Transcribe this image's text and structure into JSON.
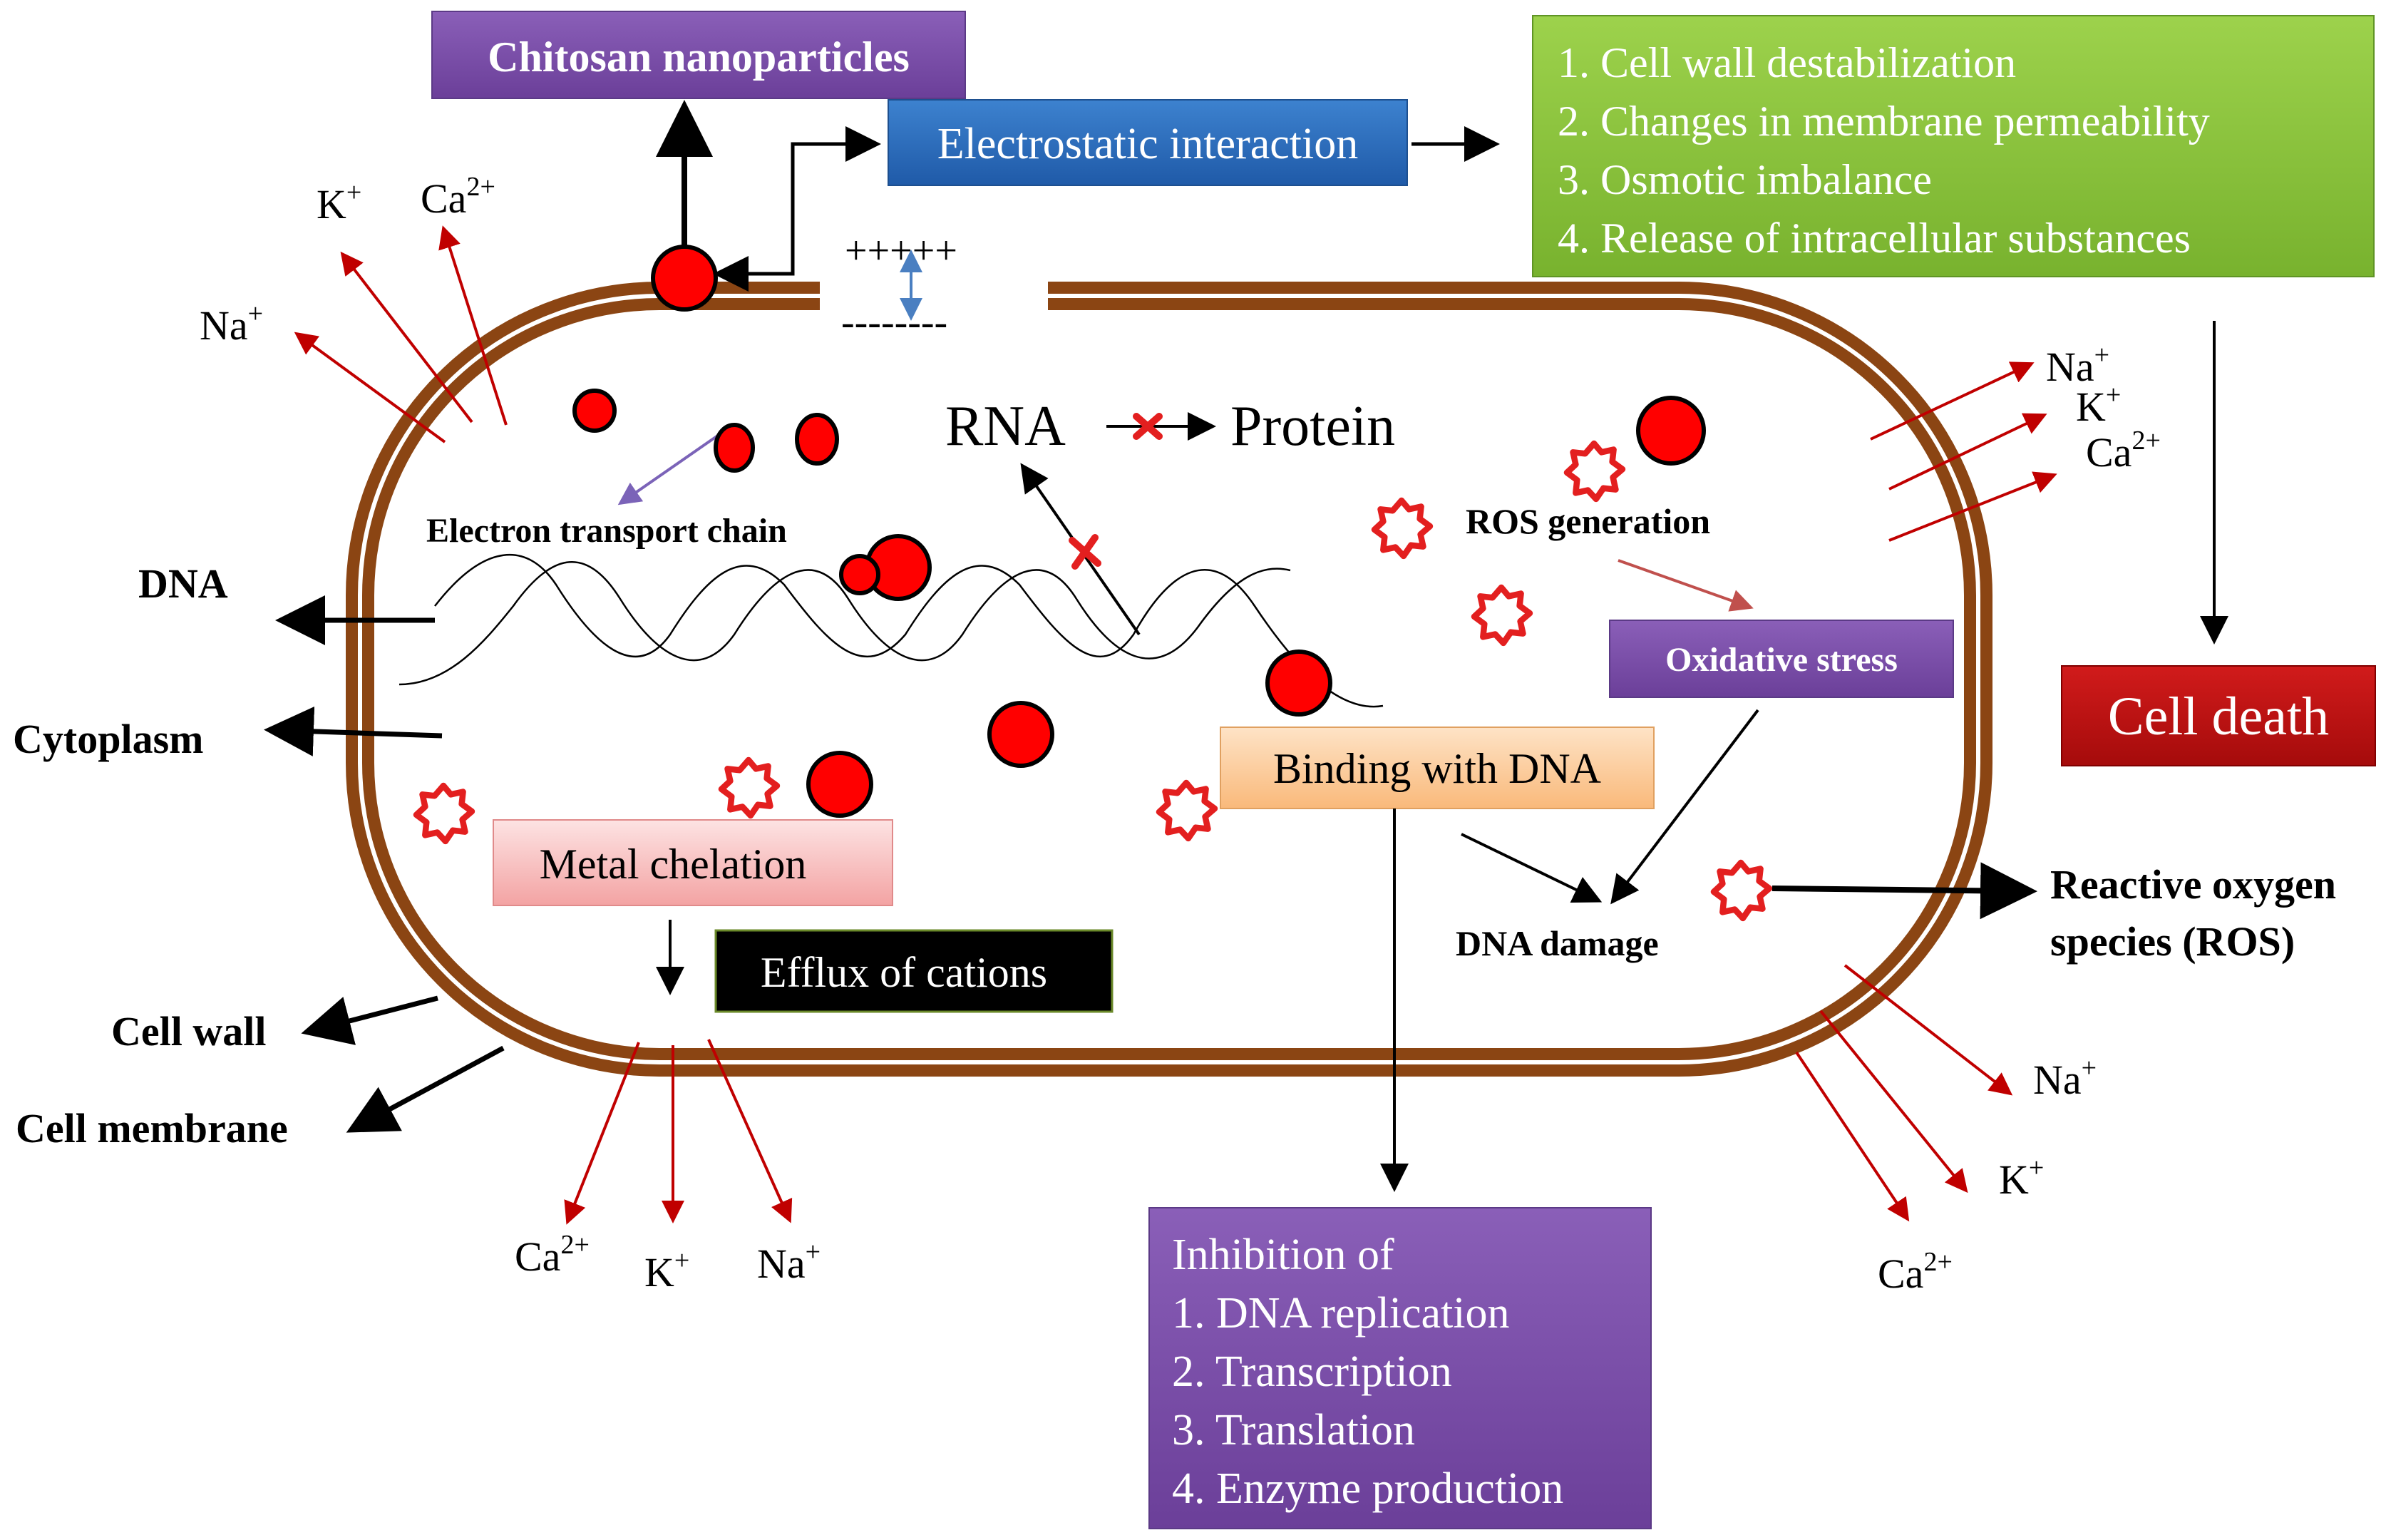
{
  "boxes": {
    "chitosan_nanoparticles": "Chitosan nanoparticles",
    "electrostatic_interaction": "Electrostatic interaction",
    "effects": {
      "items": [
        "1. Cell wall destabilization",
        "2. Changes in membrane permeability",
        "3. Osmotic imbalance",
        "4. Release of intracellular substances"
      ]
    },
    "cell_death": "Cell death",
    "oxidative_stress": "Oxidative stress",
    "binding_with_dna": "Binding with DNA",
    "metal_chelation": "Metal chelation",
    "efflux_of_cations": "Efflux of cations",
    "inhibition": {
      "heading": "Inhibition of",
      "items": [
        "1. DNA replication",
        "2. Transcription",
        "3. Translation",
        "4. Enzyme production"
      ]
    }
  },
  "labels": {
    "charges_positive": "+++++",
    "charges_negative": "--------",
    "rna": "RNA",
    "protein": "Protein",
    "electron_transport_chain": "Electron transport chain",
    "ros_generation": "ROS generation",
    "dna_damage": "DNA damage",
    "dna": "DNA",
    "cytoplasm": "Cytoplasm",
    "cell_wall": "Cell wall",
    "cell_membrane": "Cell membrane",
    "ros_line1": "Reactive oxygen",
    "ros_line2": "species (ROS)"
  },
  "ions": {
    "k": "K",
    "k_charge": "+",
    "ca": "Ca",
    "ca_charge": "2+",
    "na": "Na",
    "na_charge": "+"
  },
  "colors": {
    "cell_wall": "#8B4513",
    "nanoparticle": "#ff0000",
    "ion_arrow": "#c00000",
    "purple_box": "#7b4fa8",
    "blue_box": "#2e6fbf",
    "green_box": "#8cc43c",
    "cell_death_box": "#c00000",
    "pink_box": "#f6b1b1",
    "orange_box": "#fbc793",
    "black_box": "#000000"
  }
}
